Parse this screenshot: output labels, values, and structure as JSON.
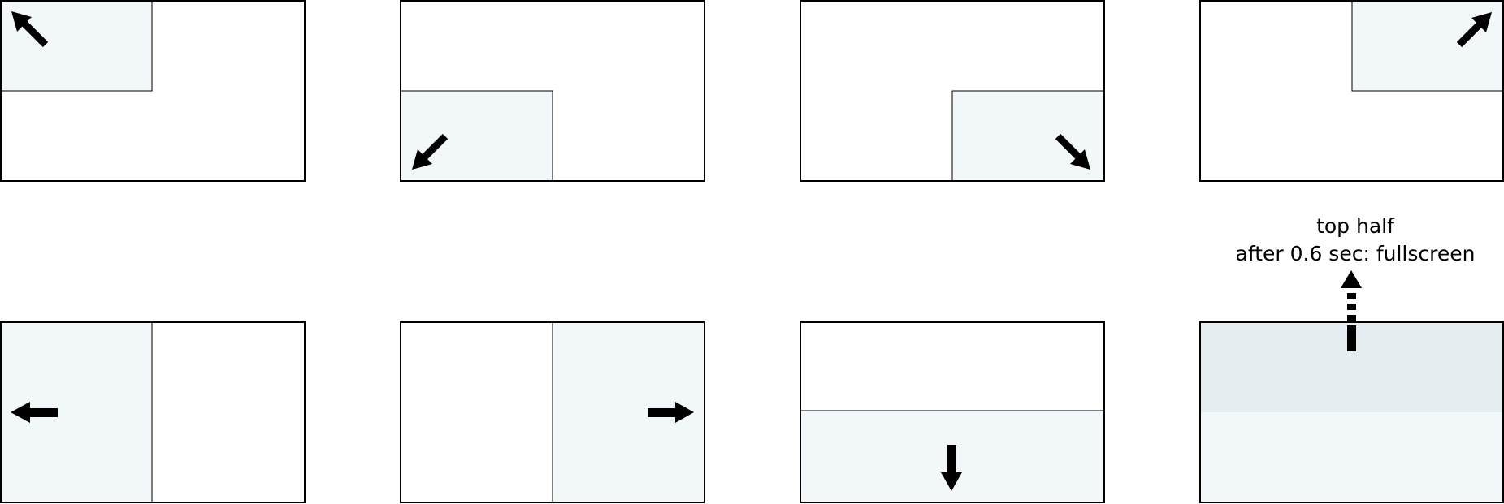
{
  "colors": {
    "background": "#ffffff",
    "frame": "#000000",
    "snap_fill": "#f2f7f9",
    "preview_fill": "#e5edf0",
    "arrow": "#000000"
  },
  "panels": [
    {
      "row": "top",
      "snap_area": "top-left quarter",
      "arrow": "arrow-up-left-icon"
    },
    {
      "row": "top",
      "snap_area": "bottom-left quarter",
      "arrow": "arrow-down-left-icon"
    },
    {
      "row": "top",
      "snap_area": "bottom-right quarter",
      "arrow": "arrow-down-right-icon"
    },
    {
      "row": "top",
      "snap_area": "top-right quarter",
      "arrow": "arrow-up-right-icon"
    },
    {
      "row": "bottom",
      "snap_area": "left half",
      "arrow": "arrow-left-icon"
    },
    {
      "row": "bottom",
      "snap_area": "right half",
      "arrow": "arrow-right-icon"
    },
    {
      "row": "bottom",
      "snap_area": "bottom half",
      "arrow": "arrow-down-icon"
    },
    {
      "row": "bottom",
      "snap_area": "top half then fullscreen",
      "arrow": "dashed-arrow-up-icon"
    }
  ],
  "annotation": {
    "line1": "top half",
    "line2": "after 0.6 sec: fullscreen"
  }
}
